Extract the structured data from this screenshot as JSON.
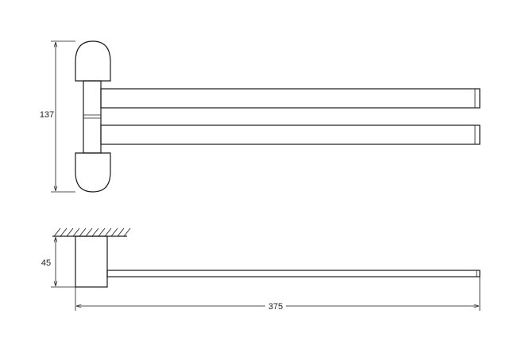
{
  "drawing": {
    "dimensions": {
      "height_total": "137",
      "depth": "45",
      "length": "375"
    },
    "colors": {
      "line": "#1a1a1a",
      "background": "#ffffff"
    }
  }
}
